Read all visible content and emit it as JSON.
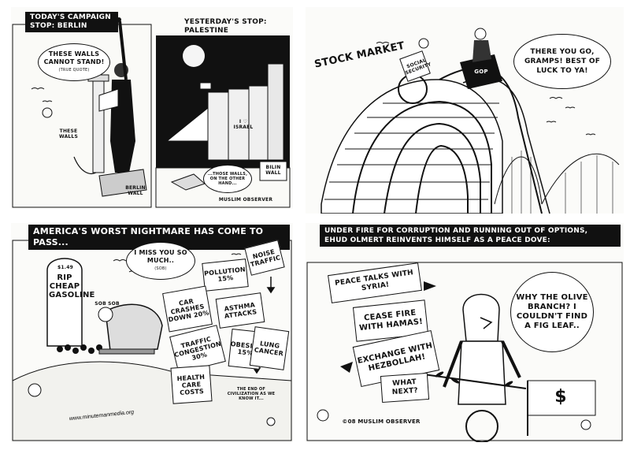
{
  "panel1": {
    "caption_left": "Today's Campaign Stop: Berlin",
    "caption_right": "Yesterday's Stop: Palestine",
    "speech": "These walls cannot stand!",
    "speech_note": "(True quote)",
    "these_walls": "These walls",
    "berlin_wall": "Berlin Wall",
    "bilin_wall": "Bilin Wall",
    "graffiti": "I ♡ Israel",
    "small_speech": "...Those walls, on the other hand...",
    "signature": "Muslim Observer"
  },
  "panel2": {
    "title": "Stock Market",
    "speech": "There you go, Gramps! Best of luck to ya!",
    "wheelchair_label": "Social Security",
    "car_label": "GOP"
  },
  "panel3": {
    "caption": "America's worst nightmare has come to pass...",
    "tombstone_date": "$1.49",
    "tombstone_text": "RIP Cheap Gasoline",
    "sob": "Sob Sob",
    "speech": "I miss you so much..",
    "speech_note": "(Sob)",
    "signs": [
      "Pollution 15%",
      "Noise Traffic",
      "Car Crashes Down 20%",
      "Asthma Attacks",
      "Traffic Congestion 30%",
      "Obesity 15%",
      "Lung Cancer",
      "Health Care Costs"
    ],
    "end_note": "The end of civilization as we know it...",
    "website": "www.minutemanmedia.org"
  },
  "panel4": {
    "caption_line1": "Under fire for corruption and running out of options,",
    "caption_line2": "Ehud Olmert reinvents himself as a peace dove:",
    "signs": [
      "Peace talks with Syria!",
      "Cease fire with Hamas!",
      "Exchange with Hezbollah!",
      "What next?"
    ],
    "speech": "Why the olive branch? I couldn't find a fig leaf..",
    "signature": "©08 Muslim Observer",
    "dollar": "$"
  }
}
